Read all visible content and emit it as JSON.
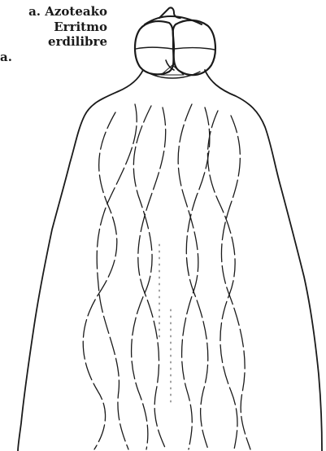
{
  "caption": {
    "lines": [
      "a. Azoteako",
      "Erritmo",
      "erdilibre",
      "a."
    ]
  }
}
